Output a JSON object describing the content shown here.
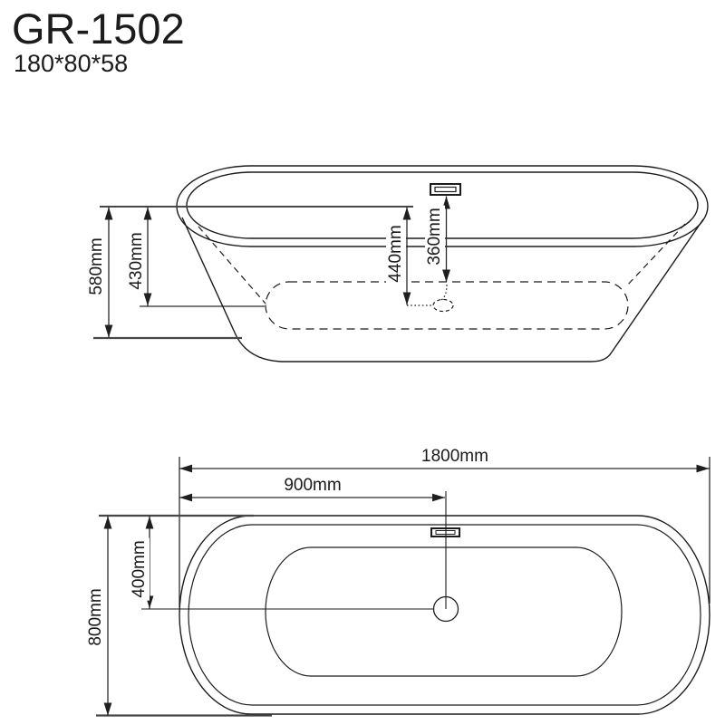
{
  "header": {
    "model": "GR-1502",
    "size_spec": "180*80*58"
  },
  "side_view": {
    "overall_height": "580mm",
    "inner_depth": "430mm",
    "rim_to_basin_bottom": "440mm",
    "overflow_height": "360mm"
  },
  "plan_view": {
    "overall_length": "1800mm",
    "drain_center_offset": "900mm",
    "edge_to_centerline": "400mm",
    "overall_width": "800mm"
  },
  "colors": {
    "line": "#1c1c1c",
    "dim_line": "#2a2a2a",
    "ext_line": "#474747",
    "background": "#ffffff"
  }
}
